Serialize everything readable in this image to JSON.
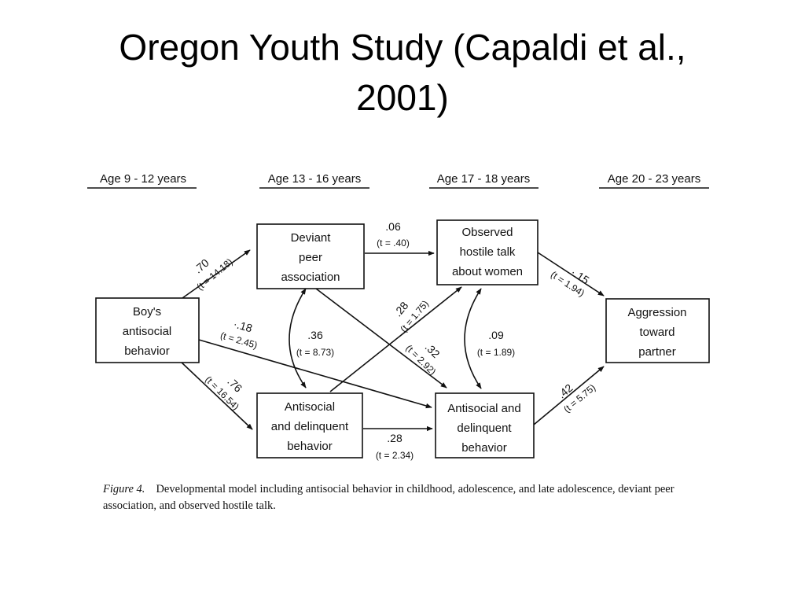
{
  "slide": {
    "title_line1": "Oregon Youth Study (Capaldi et al.,",
    "title_line2": "2001)"
  },
  "ages": [
    "Age 9 - 12 years",
    "Age 13 - 16 years",
    "Age 17 - 18 years",
    "Age 20 - 23 years"
  ],
  "boxes": {
    "boys": [
      "Boy's",
      "antisocial",
      "behavior"
    ],
    "deviant": [
      "Deviant",
      "peer",
      "association"
    ],
    "antisocial_adol": [
      "Antisocial",
      "and delinquent",
      "behavior"
    ],
    "hostile": [
      "Observed",
      "hostile talk",
      "about women"
    ],
    "antisocial_late": [
      "Antisocial and",
      "delinquent",
      "behavior"
    ],
    "aggression": [
      "Aggression",
      "toward",
      "partner"
    ]
  },
  "paths": {
    "boys_deviant": {
      "coef": ".70",
      "t": "(t = 14.18)"
    },
    "boys_late": {
      "coef": "·.18",
      "t": "(t = 2.45)"
    },
    "boys_adol": {
      "coef": ".76",
      "t": "(t = 16.54)"
    },
    "deviant_hostile": {
      "coef": ".06",
      "t": "(t = .40)"
    },
    "deviant_adol": {
      "coef": ".36",
      "t": "(t = 8.73)"
    },
    "adol_hostile": {
      "coef": ".28",
      "t": "(t = 1.75)"
    },
    "deviant_late": {
      "coef": ".32",
      "t": "(t = 2.92)"
    },
    "adol_late": {
      "coef": ".28",
      "t": "(t = 2.34)"
    },
    "hostile_late": {
      "coef": ".09",
      "t": "(t = 1.89)"
    },
    "hostile_aggression": {
      "coef": "·.15",
      "t": "(t = 1.94)"
    },
    "late_aggression": {
      "coef": ".42",
      "t": "(t = 5.75)"
    }
  },
  "caption": {
    "label": "Figure 4.",
    "text": "Developmental model including antisocial behavior in childhood, adolescence, and late adolescence, deviant peer association, and observed hostile talk."
  }
}
